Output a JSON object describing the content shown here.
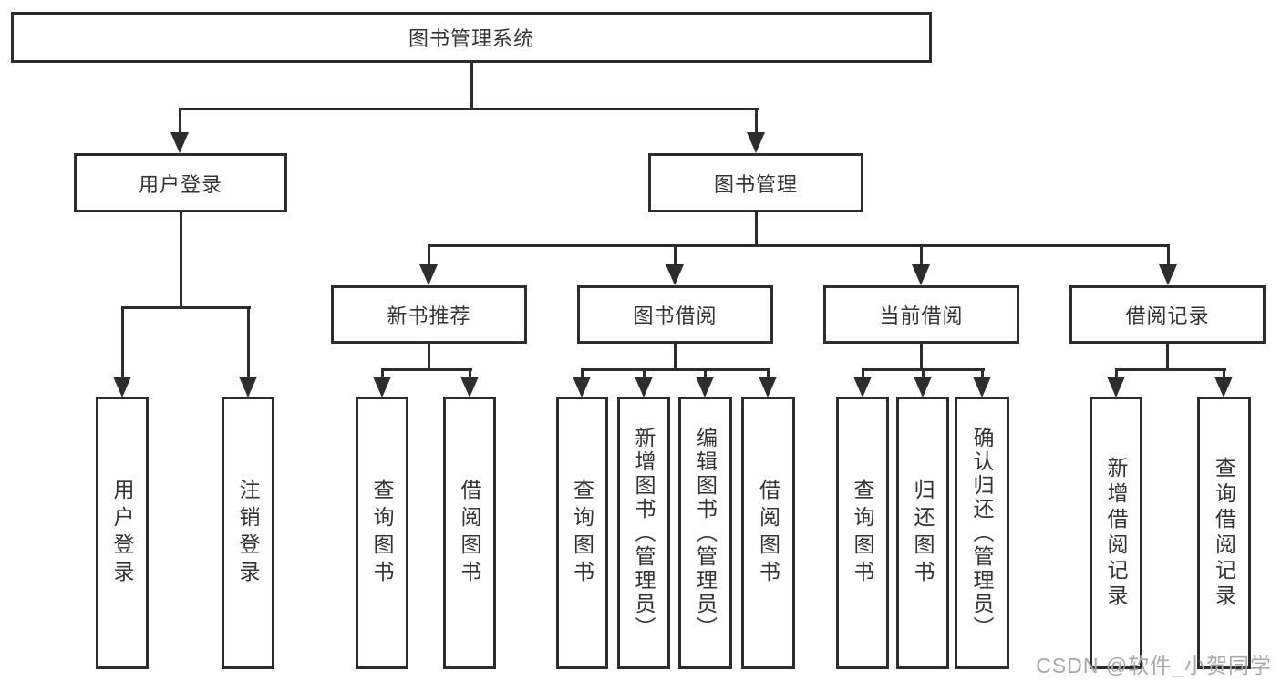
{
  "diagram": {
    "root_label": "图书管理系统",
    "branches": [
      {
        "label": "用户登录",
        "leaves": [
          "用户登录",
          "注销登录"
        ]
      },
      {
        "label": "图书管理",
        "groups": [
          {
            "label": "新书推荐",
            "leaves": [
              "查询图书",
              "借阅图书"
            ]
          },
          {
            "label": "图书借阅",
            "leaves": [
              "查询图书",
              "新增图书（管理员）",
              "编辑图书（管理员）",
              "借阅图书"
            ]
          },
          {
            "label": "当前借阅",
            "leaves": [
              "查询图书",
              "归还图书",
              "确认归还（管理员）"
            ]
          },
          {
            "label": "借阅记录",
            "leaves": [
              "新增借阅记录",
              "查询借阅记录"
            ]
          }
        ]
      }
    ]
  },
  "watermark": "CSDN @软件_小贺同学",
  "colors": {
    "line": "#2d2d2d",
    "text": "#333333",
    "watermark": "#a8a8a8",
    "background": "#ffffff"
  }
}
